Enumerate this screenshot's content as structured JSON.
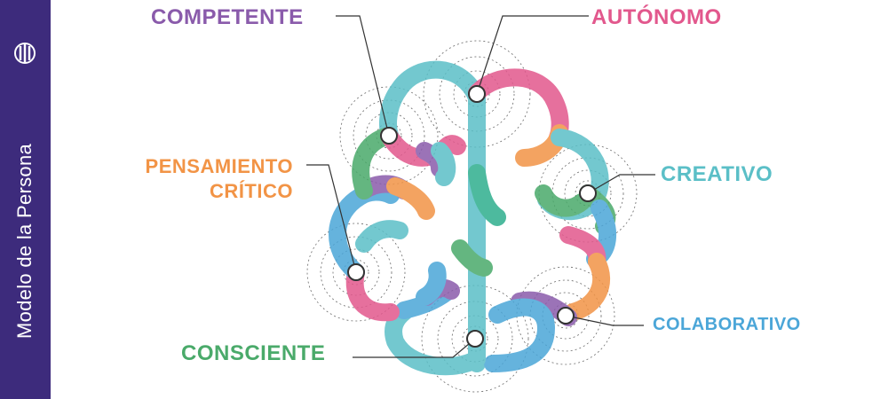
{
  "sidebar": {
    "title": "Modelo de la Persona",
    "logo_icon": "brain-logo-icon",
    "background": "#3d2b7c"
  },
  "labels": {
    "competente": "COMPETENTE",
    "autonomo": "AUTÓNOMO",
    "pensamiento_line1": "PENSAMIENTO",
    "pensamiento_line2": "CRÍTICO",
    "creativo": "CREATIVO",
    "colaborativo": "COLABORATIVO",
    "consciente": "CONSCIENTE"
  },
  "colors": {
    "purple": "#8a5bab",
    "pink": "#e2588d",
    "orange": "#f29446",
    "teal": "#5bbfc7",
    "blue": "#4ba6d8",
    "green": "#4aaa6a"
  }
}
